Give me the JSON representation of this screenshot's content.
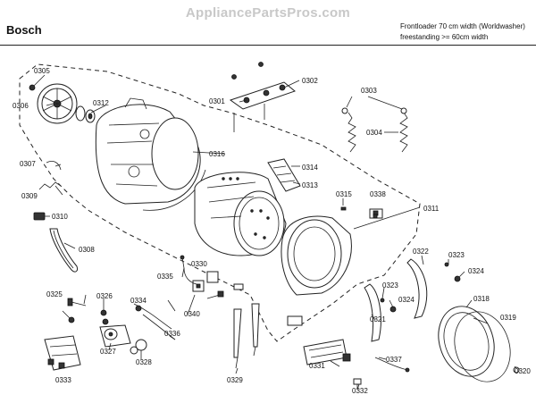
{
  "header": {
    "watermark": "AppliancePartsPros.com",
    "brand": "Bosch",
    "desc_line1": "Frontloader 70 cm width (Worldwasher)",
    "desc_line2": "freestanding >= 60cm width"
  },
  "parts": {
    "p0301": "0301",
    "p0302": "0302",
    "p0303": "0303",
    "p0304": "0304",
    "p0305": "0305",
    "p0306": "0306",
    "p0307": "0307",
    "p0308": "0308",
    "p0309": "0309",
    "p0310": "0310",
    "p0311": "0311",
    "p0312": "0312",
    "p0313": "0313",
    "p0314": "0314",
    "p0315": "0315",
    "p0316": "0316",
    "p0318": "0318",
    "p0319": "0319",
    "p0320": "0320",
    "p0321": "0321",
    "p0322": "0322",
    "p0323a": "0323",
    "p0323b": "0323",
    "p0324a": "0324",
    "p0324b": "0324",
    "p0325": "0325",
    "p0326": "0326",
    "p0327": "0327",
    "p0328": "0328",
    "p0329": "0329",
    "p0330": "0330",
    "p0331": "0331",
    "p0332": "0332",
    "p0333": "0333",
    "p0334": "0334",
    "p0335": "0335",
    "p0336": "0336",
    "p0337": "0337",
    "p0338": "0338",
    "p0340": "0340"
  }
}
